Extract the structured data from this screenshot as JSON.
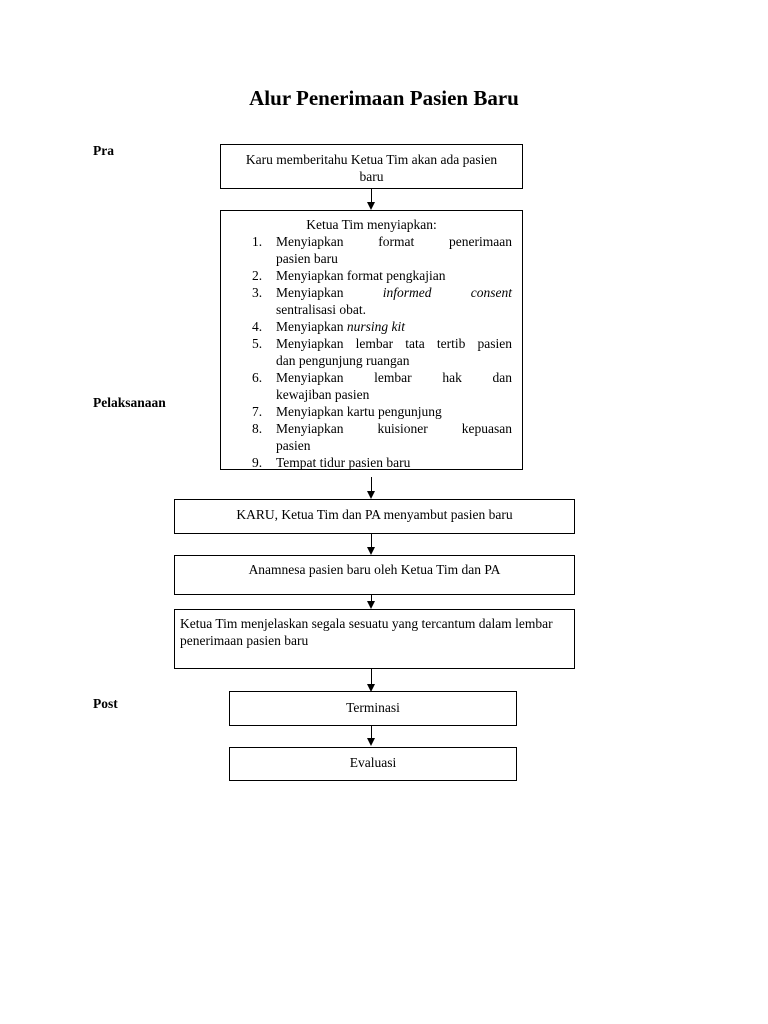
{
  "title": "Alur Penerimaan Pasien Baru",
  "phases": {
    "pra": "Pra",
    "pelaksanaan": "Pelaksanaan",
    "post": "Post"
  },
  "boxes": {
    "notify": "Karu memberitahu Ketua Tim akan ada pasien baru",
    "prepare_heading": "Ketua Tim menyiapkan:",
    "prepare_items": [
      {
        "num": "1.",
        "line1": "Menyiapkan format penerimaan",
        "line2": "pasien baru"
      },
      {
        "num": "2.",
        "text": "Menyiapkan format pengkajian"
      },
      {
        "num": "3.",
        "pre": "Menyiapkan",
        "italic": "informed consent",
        "line2": "sentralisasi obat."
      },
      {
        "num": "4.",
        "pre": "Menyiapkan",
        "italic": "nursing kit"
      },
      {
        "num": "5.",
        "line1": "Menyiapkan lembar tata tertib pasien",
        "line2": "dan pengunjung ruangan"
      },
      {
        "num": "6.",
        "line1": "Menyiapkan lembar hak dan",
        "line2": "kewajiban pasien"
      },
      {
        "num": "7.",
        "text": "Menyiapkan kartu pengunjung"
      },
      {
        "num": "8.",
        "line1": "Menyiapkan kuisioner kepuasan",
        "line2": "pasien"
      },
      {
        "num": "9.",
        "text": "Tempat tidur pasien baru"
      }
    ],
    "welcome": "KARU, Ketua Tim dan PA menyambut pasien baru",
    "anamnesis": "Anamnesa pasien baru oleh Ketua Tim dan PA",
    "explain": "Ketua Tim menjelaskan segala sesuatu yang tercantum dalam lembar penerimaan pasien baru",
    "termination": "Terminasi",
    "evaluation": "Evaluasi"
  }
}
